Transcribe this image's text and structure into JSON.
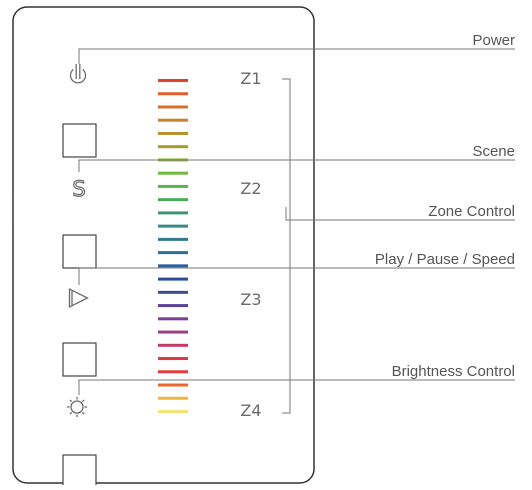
{
  "callouts": {
    "power": "Power",
    "scene": "Scene",
    "zone_control": "Zone Control",
    "play_pause_speed": "Play / Pause / Speed",
    "brightness_control": "Brightness Control"
  },
  "zones": [
    "Z1",
    "Z2",
    "Z3",
    "Z4"
  ],
  "scene_glyph": "S",
  "icons": {
    "power": "power-icon",
    "scene": "scene-icon",
    "play": "play-icon",
    "brightness": "brightness-icon"
  },
  "slider": {
    "segment_colors": [
      "#e2412c",
      "#e0612f",
      "#d4732f",
      "#c9822f",
      "#b7912e",
      "#a59a2d",
      "#8fb02f",
      "#6fba40",
      "#5ab64a",
      "#4aaa5c",
      "#3f9476",
      "#3a8888",
      "#35778f",
      "#2f6d99",
      "#2a5e99",
      "#2b4e98",
      "#3c4a97",
      "#5a4395",
      "#7a4091",
      "#a03d80",
      "#c43a62",
      "#d83a48",
      "#e23a3a",
      "#e8682f",
      "#f0b43a",
      "#f3e27a"
    ]
  },
  "colors": {
    "outline": "#333333",
    "line": "#777777"
  }
}
